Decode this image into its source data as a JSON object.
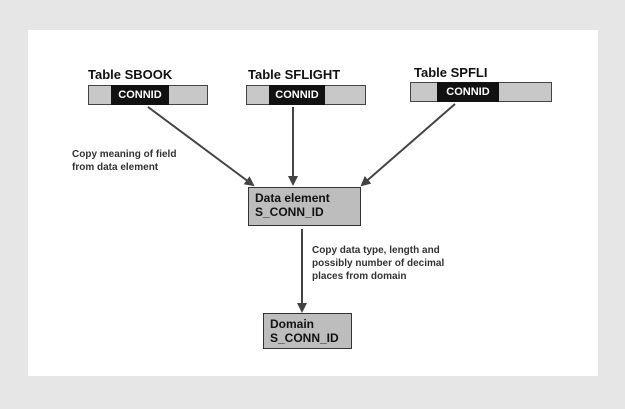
{
  "tables": [
    {
      "title": "Table SBOOK",
      "field": "CONNID"
    },
    {
      "title": "Table SFLIGHT",
      "field": "CONNID"
    },
    {
      "title": "Table SPFLI",
      "field": "CONNID"
    }
  ],
  "data_element": {
    "line1": "Data element",
    "line2": "S_CONN_ID"
  },
  "domain": {
    "line1": "Domain",
    "line2": "S_CONN_ID"
  },
  "notes": {
    "meaning": [
      "Copy meaning of field",
      "from data element"
    ],
    "datatype": [
      "Copy data type, length and",
      "possibly number of decimal",
      "places from domain"
    ]
  },
  "colors": {
    "background": "#e6e6e6",
    "panel": "#ffffff",
    "box_fill": "#bdbdbd",
    "key_fill": "#111111",
    "arrow": "#444444"
  }
}
